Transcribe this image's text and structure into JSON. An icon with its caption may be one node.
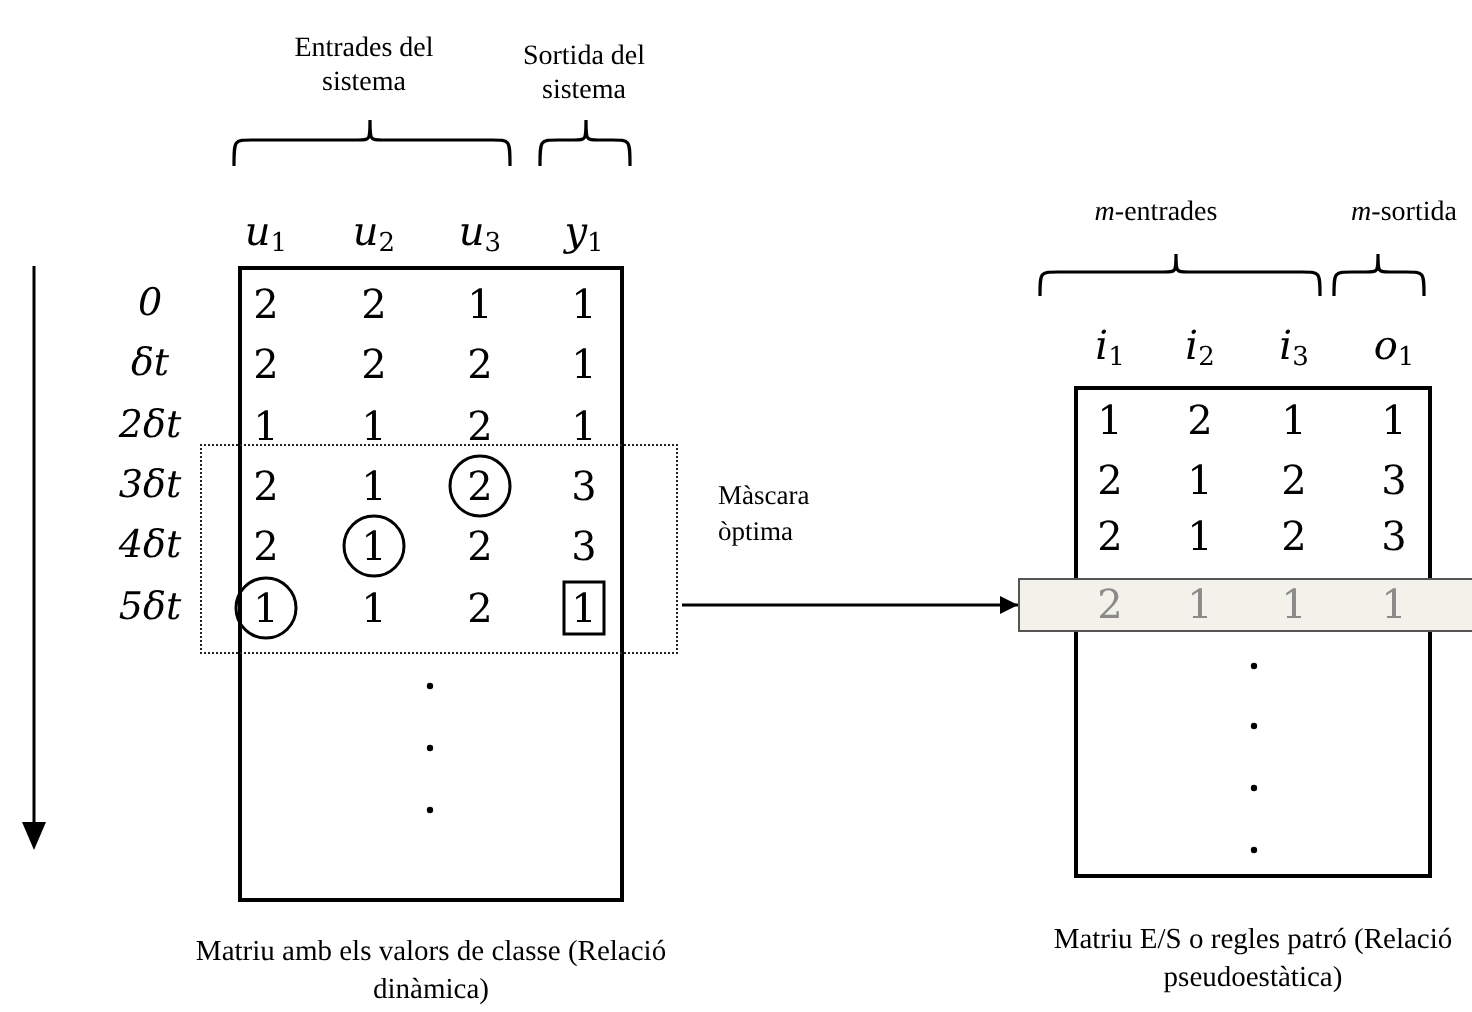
{
  "diagram": {
    "nodes": [
      {
        "text": [
          "Matriu amb els valors de classe (Relació dinàmica)"
        ]
      },
      {
        "text": [],
        "shape": "box"
      },
      {
        "text": [
          "Matriu E/S o regles patró (Relació pseudoestàtica)"
        ]
      },
      {
        "text": [],
        "shape": "bar"
      }
    ],
    "edges": [
      {
        "from": 1,
        "to": 3,
        "arrow": "to",
        "label": "Màscara òptima"
      }
    ],
    "labels": [
      "Entrades del sistema",
      "Sortida del sistema",
      "*u*$_{1}$",
      "*u*$_{2}$",
      "*u*$_{3}$",
      "*y*$_{1}$",
      "0",
      "2",
      "2",
      "1",
      "1",
      "δt",
      "2",
      "2",
      "2",
      "1",
      "2δt",
      "1",
      "1",
      "2",
      "1",
      "3δt",
      "2",
      "1",
      "2",
      "3",
      "4δt",
      "2",
      "1",
      "2",
      "3",
      "5δt",
      "1",
      "1",
      "2",
      "1",
      "*m*-entrades",
      "*m*-sortida",
      "*i*$_{1}$",
      "*i*$_{2}$",
      "*i*$_{3}$",
      "*o*$_{1}$",
      "1",
      "2",
      "1",
      "1",
      "2",
      "1",
      "2",
      "3",
      "2",
      "1",
      "2",
      "3",
      "2",
      "1",
      "1",
      "1"
    ]
  }
}
